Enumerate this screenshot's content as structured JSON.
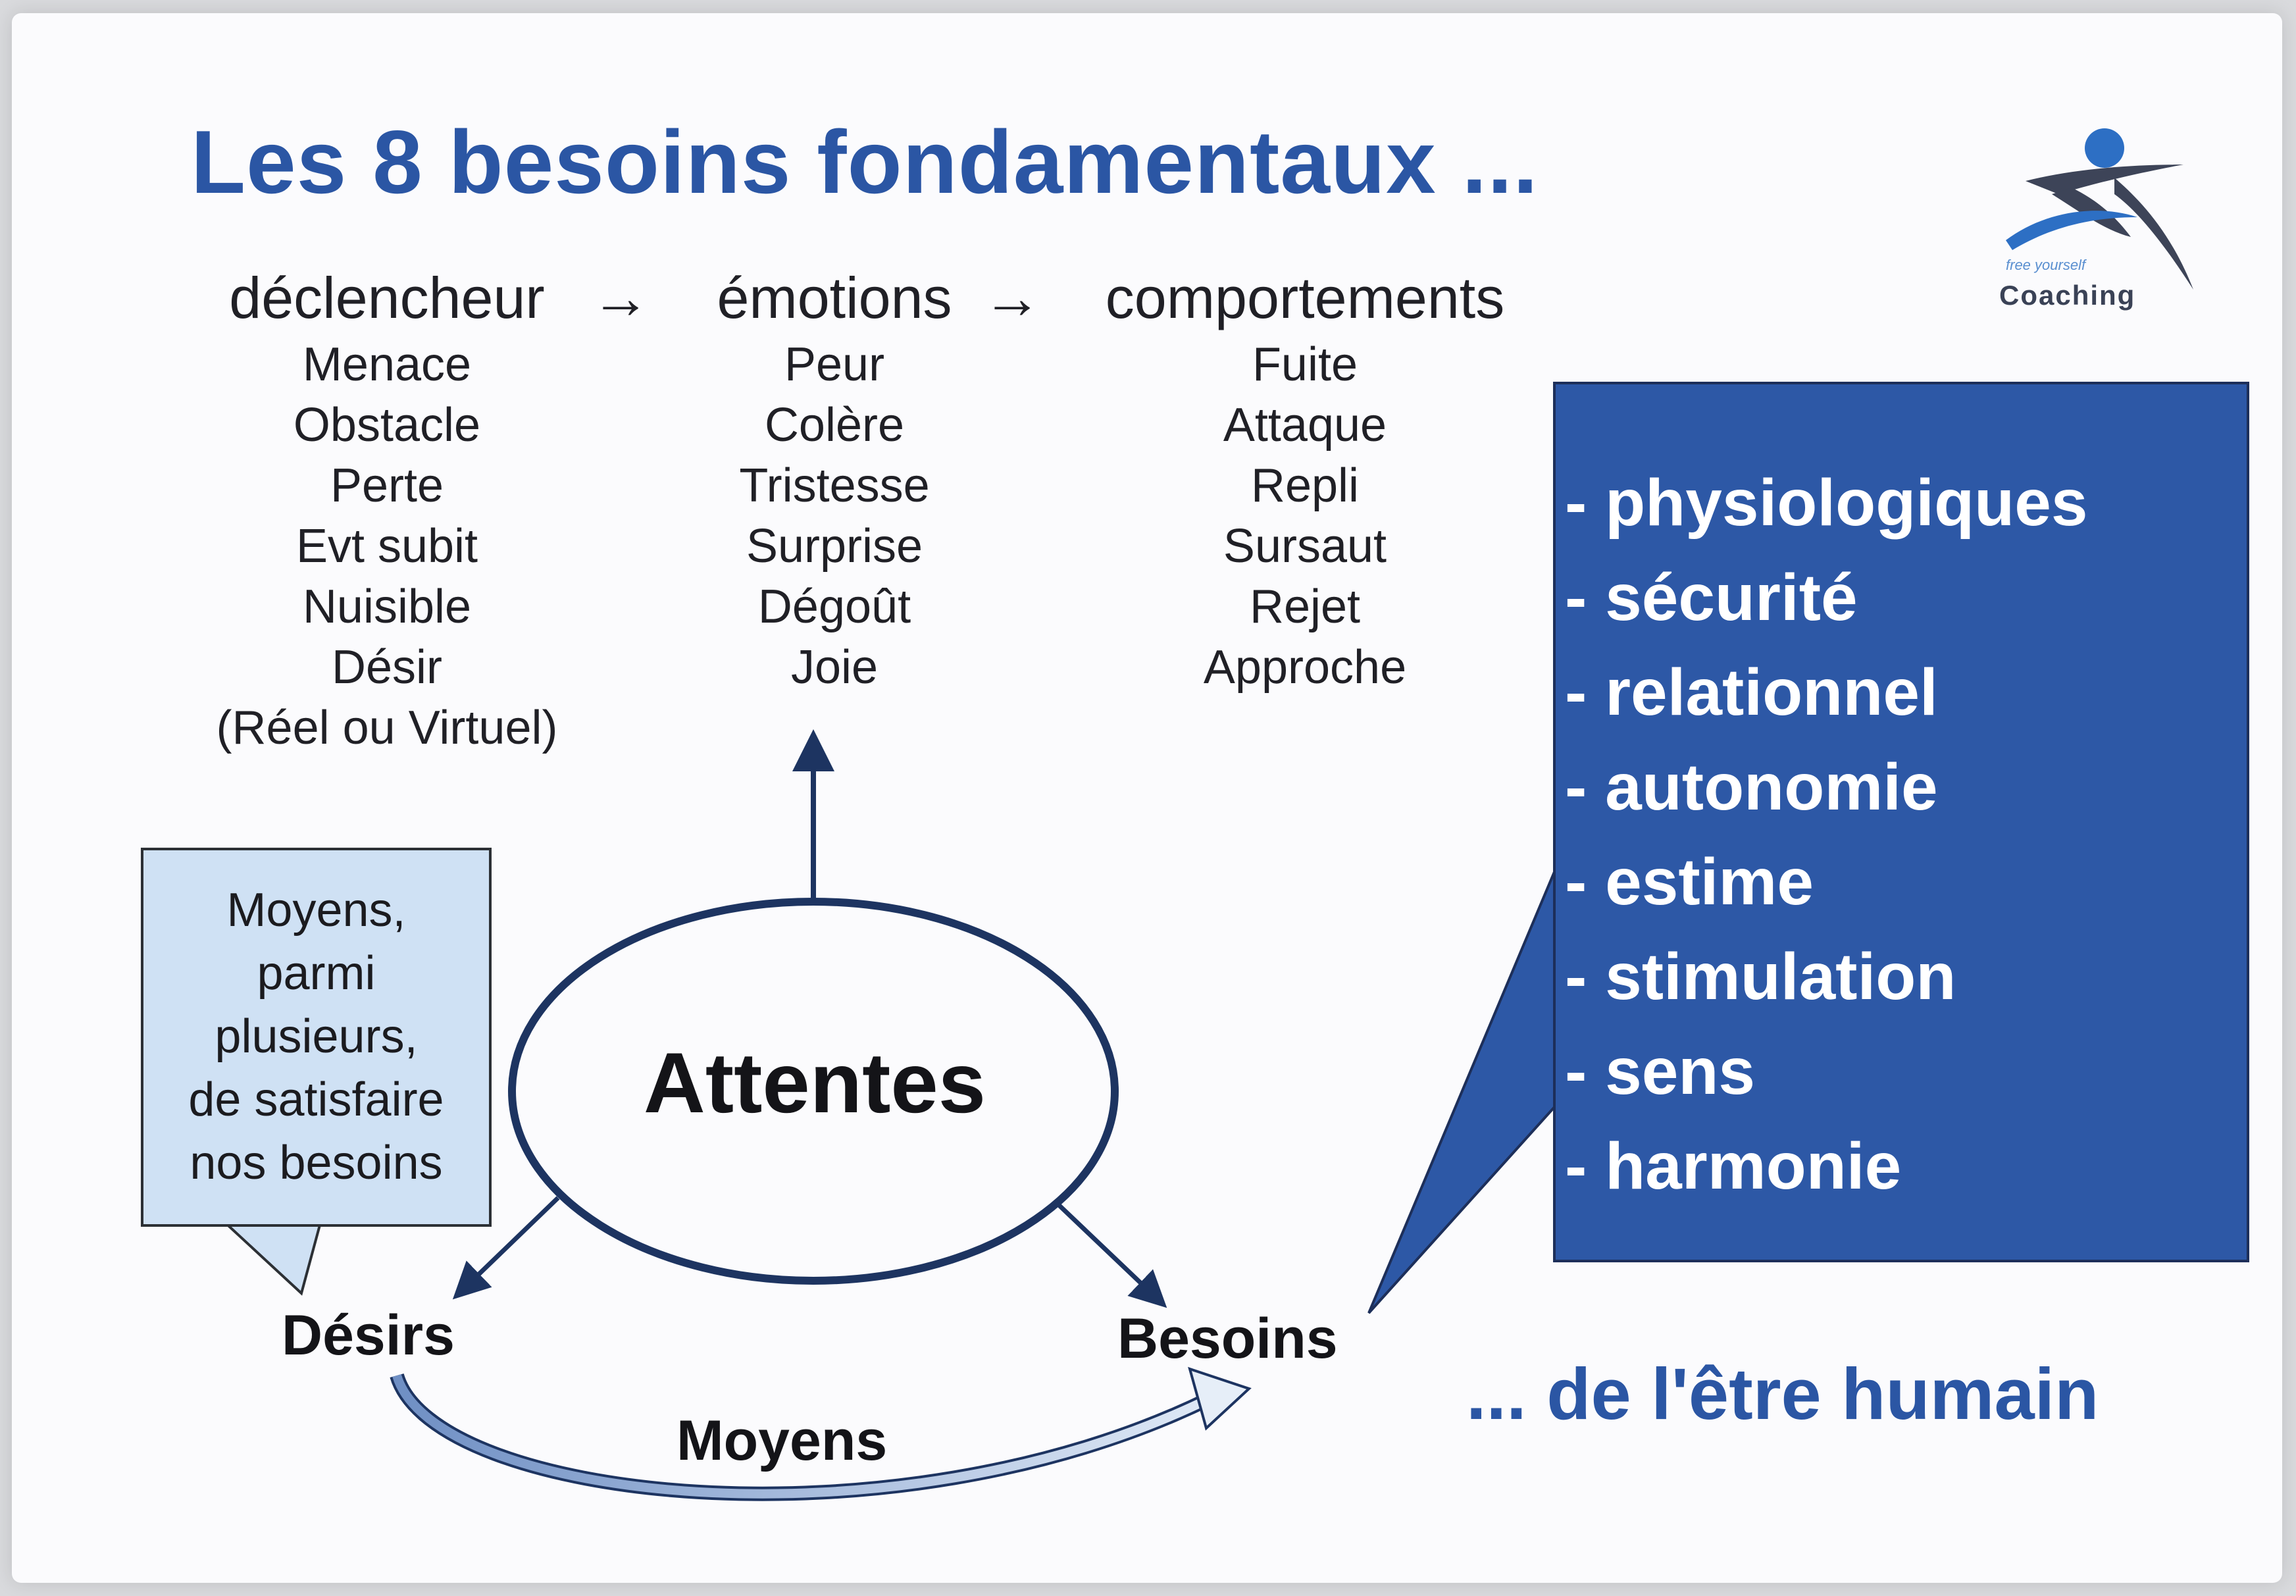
{
  "title": "Les 8 besoins fondamentaux ...",
  "logo": {
    "tagline": "free yourself",
    "name": "Coaching",
    "icon": "figure-logo-icon"
  },
  "flow": {
    "arrow": "→",
    "columns": [
      {
        "header": "déclencheur",
        "items": [
          "Menace",
          "Obstacle",
          "Perte",
          "Evt subit",
          "Nuisible",
          "Désir",
          "(Réel ou Virtuel)"
        ]
      },
      {
        "header": "émotions",
        "items": [
          "Peur",
          "Colère",
          "Tristesse",
          "Surprise",
          "Dégoût",
          "Joie"
        ]
      },
      {
        "header": "comportements",
        "items": [
          "Fuite",
          "Attaque",
          "Repli",
          "Sursaut",
          "Rejet",
          "Approche"
        ]
      }
    ]
  },
  "needs_box": {
    "items": [
      "- physiologiques",
      "- sécurité",
      "- relationnel",
      "- autonomie",
      "- estime",
      "- stimulation",
      "- sens",
      "- harmonie"
    ]
  },
  "moyens_callout": [
    "Moyens,",
    "parmi",
    "plusieurs,",
    "de satisfaire",
    "nos besoins"
  ],
  "center": "Attentes",
  "desirs": "Désirs",
  "besoins": "Besoins",
  "moyens_label": "Moyens",
  "footer": "... de l'être humain",
  "colors": {
    "accent": "#2b56a4",
    "box": "#2d58a6",
    "callout": "#cfe1f4",
    "lines": "#1d3461"
  }
}
